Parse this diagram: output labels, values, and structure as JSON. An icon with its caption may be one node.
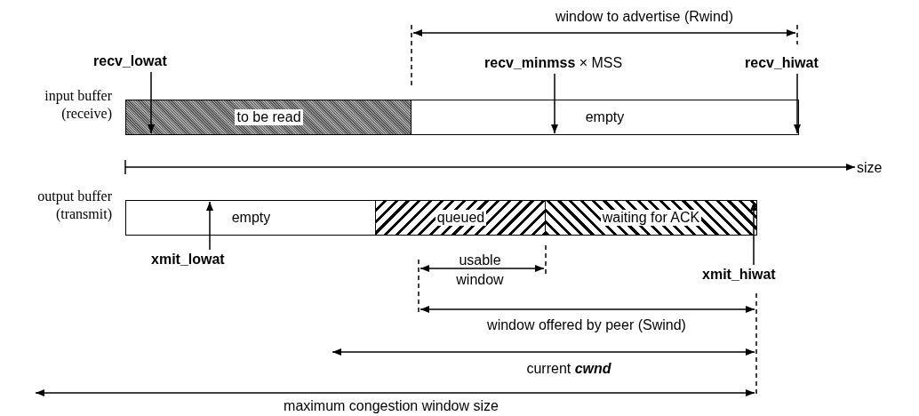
{
  "diagram": {
    "nodes": [
      {
        "text": [
          "to be read"
        ]
      },
      {
        "text": [
          "empty"
        ]
      },
      {
        "text": [
          "empty"
        ]
      },
      {
        "text": [
          "queued"
        ]
      },
      {
        "text": [
          "waiting for ACK"
        ]
      },
      {
        "text": [
          "recv_lowat"
        ]
      },
      {
        "text": [
          "**recv_minmss** × MSS"
        ]
      },
      {
        "text": [
          "recv_hiwat"
        ]
      },
      {
        "text": [
          "xmit_lowat"
        ]
      },
      {
        "text": [
          "xmit_hiwat"
        ]
      }
    ],
    "edges": [
      {
        "from": 5,
        "to": 0,
        "arrow": "to"
      },
      {
        "from": 6,
        "to": 1,
        "arrow": "to"
      },
      {
        "from": 7,
        "to": 1,
        "arrow": "to"
      },
      {
        "from": 8,
        "to": 2,
        "arrow": "to"
      },
      {
        "from": 9,
        "to": 4,
        "arrow": "to"
      }
    ],
    "labels": [
      "window to advertise (Rwind)",
      "input buffer (receive)",
      "size",
      "output buffer (transmit)",
      "usable window",
      "window offered by peer (Swind)",
      "current *cwnd*",
      "maximum congestion window size"
    ]
  }
}
